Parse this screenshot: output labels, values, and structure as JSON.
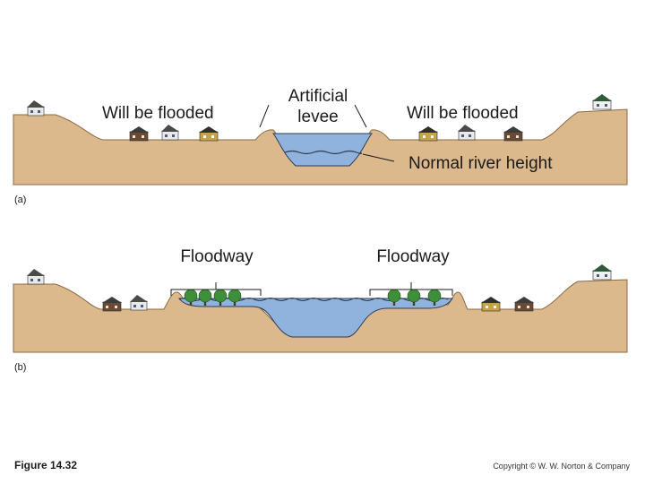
{
  "panel_a": {
    "label": "(a)",
    "left_label": "Will be flooded",
    "right_label": "Will be flooded",
    "levee_label_line1": "Artificial",
    "levee_label_line2": "levee",
    "river_label": "Normal river height"
  },
  "panel_b": {
    "label": "(b)",
    "left_label": "Floodway",
    "right_label": "Floodway"
  },
  "footer": {
    "figure": "Figure 14.32",
    "copyright": "Copyright © W. W. Norton & Company"
  },
  "colors": {
    "ground": "#dcb98c",
    "ground_outline": "#8a6a45",
    "water": "#8fb3dc",
    "water_line": "#2b3a55",
    "tree": "#3f8f3a",
    "trunk": "#4a3a2a"
  }
}
